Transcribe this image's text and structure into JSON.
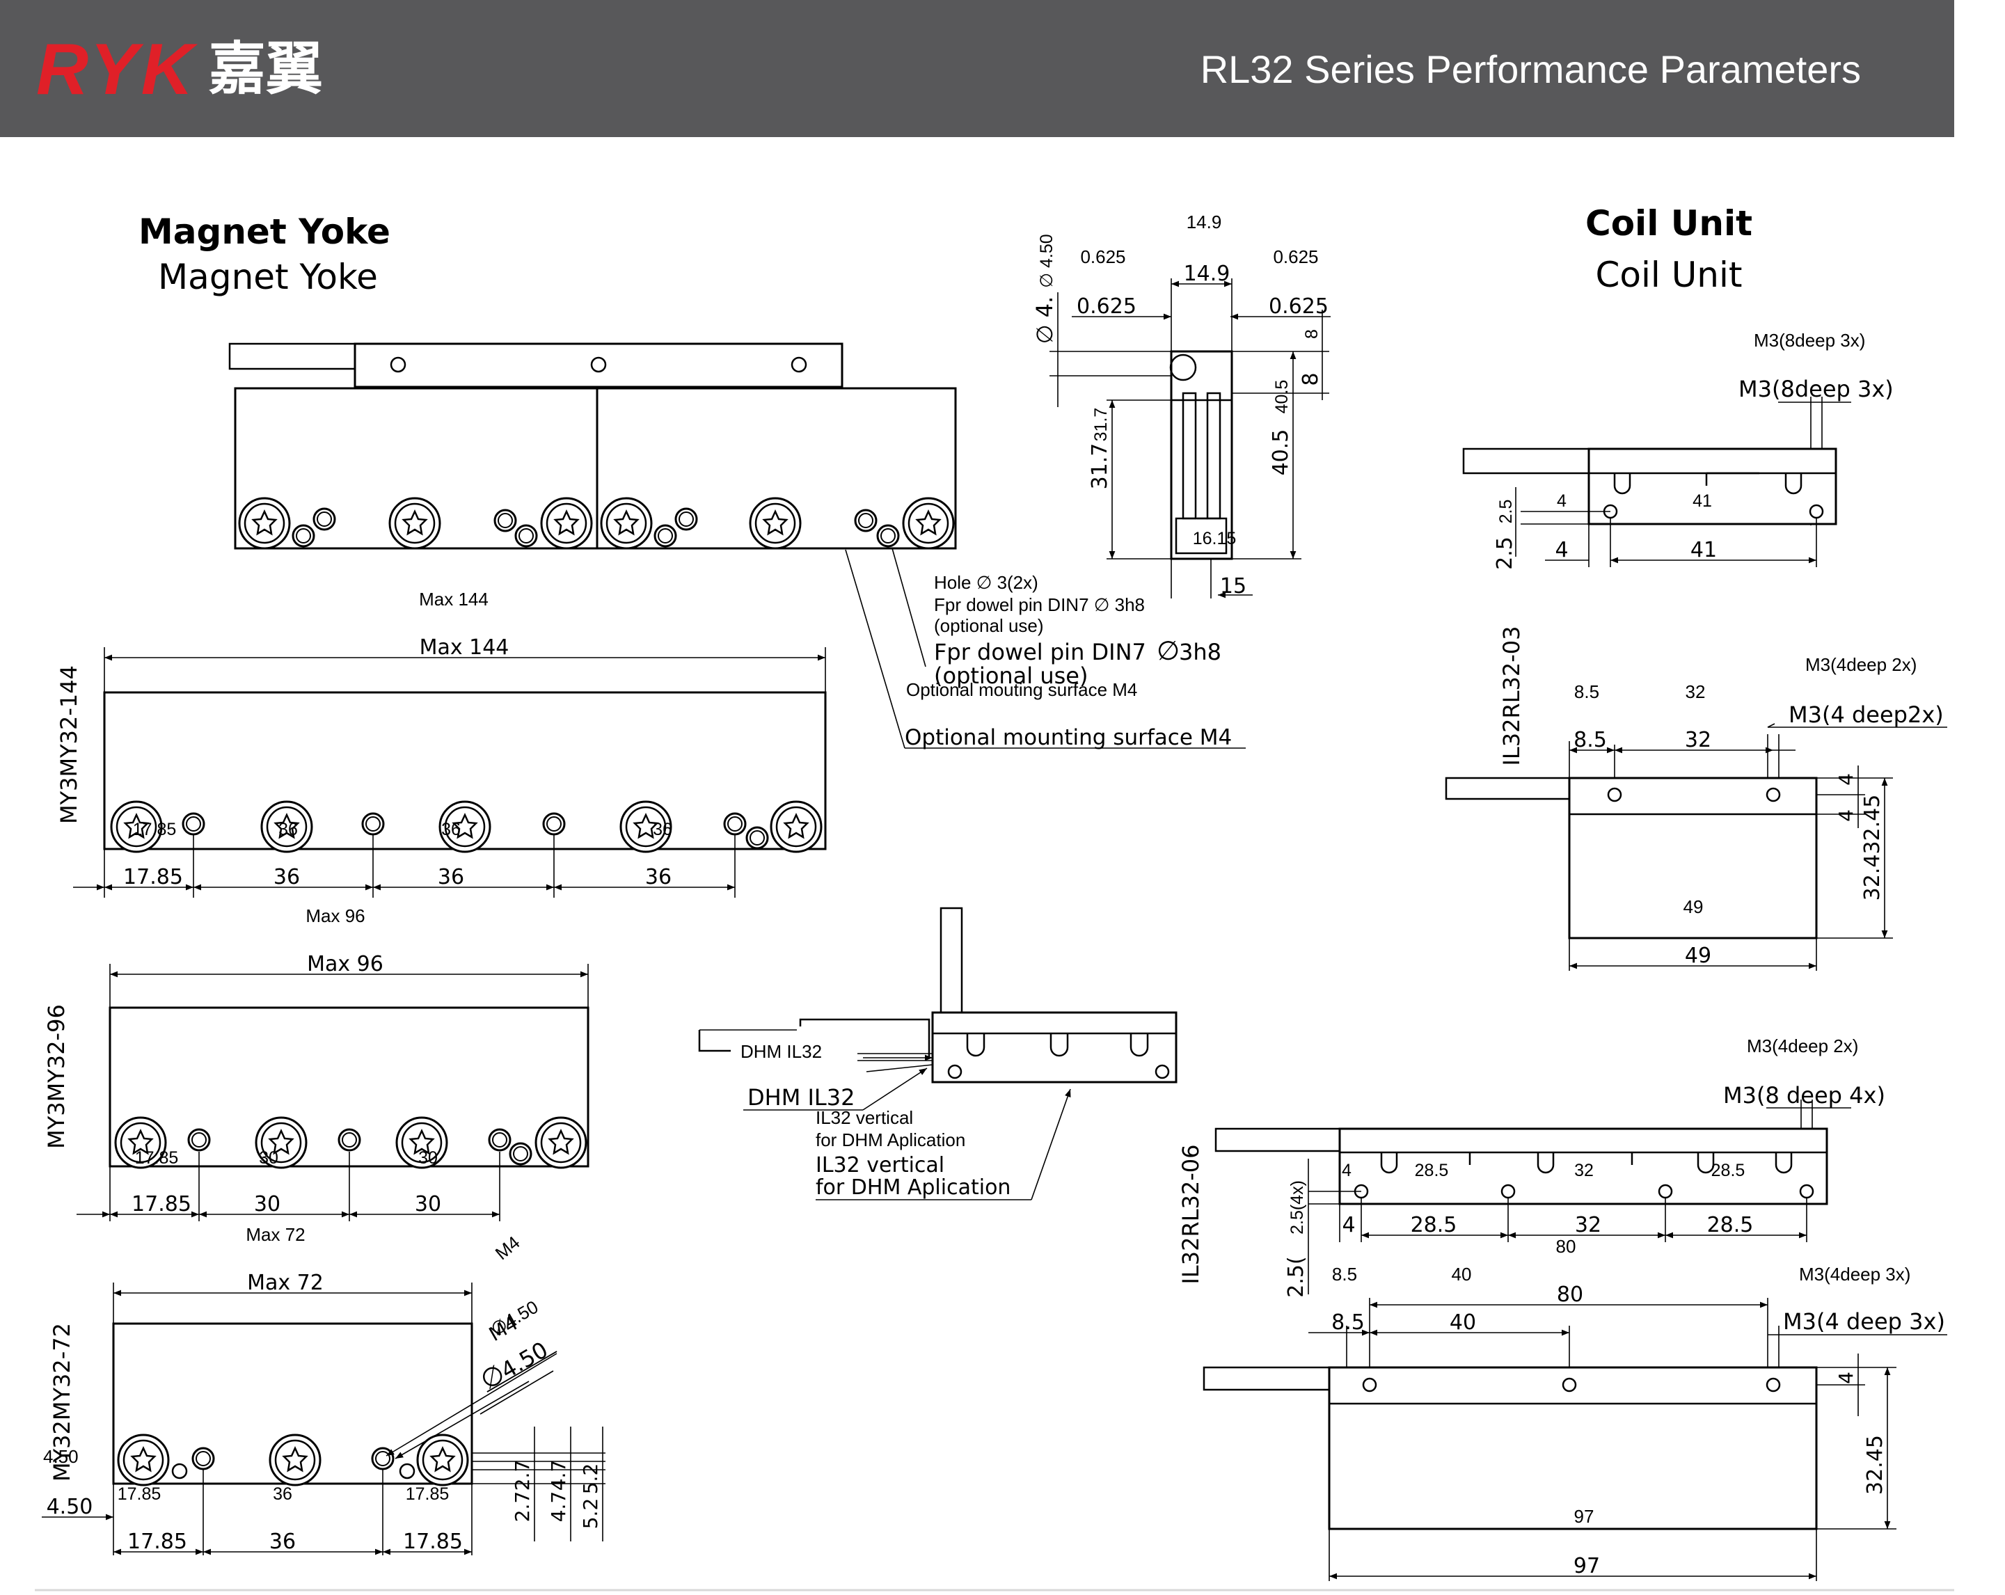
{
  "header": {
    "brand_latin": "RYK",
    "brand_cjk": "嘉翼",
    "title": "RL32 Series Performance Parameters",
    "brand_color": "#e02028",
    "bar_color": "#58585a"
  },
  "magnet_yoke": {
    "heading_1": "Magnet Yoke",
    "heading_2": "Magnet Yoke",
    "note_hole_1": "Hole ∅ 3(2x)",
    "note_dowel_1": "Fpr dowel pin DIN7 ∅ 3h8",
    "note_optional_1": "(optional use)",
    "note_dowel_2": "Fpr dowel pin DIN7",
    "note_dowel_2_sym": "∅",
    "note_dowel_2_size": "3h8",
    "note_optional_2": "(optional use)",
    "note_mount_1": "Optional mouting surface M4",
    "note_mount_2": "Optional mounting surface M4",
    "my144": {
      "label": "MY3MY32-144",
      "max_small": "Max 144",
      "max_large": "Max 144",
      "inner_pitch": [
        "17.85",
        "36",
        "36",
        "36"
      ],
      "dims": [
        "17.85",
        "36",
        "36",
        "36"
      ]
    },
    "my96": {
      "label": "MY3MY32-96",
      "max_small": "Max 96",
      "max_large": "Max 96",
      "inner_pitch": [
        "17.85",
        "30",
        "30"
      ],
      "dims": [
        "17.85",
        "30",
        "30"
      ]
    },
    "my72": {
      "label": "MY32MY32-72",
      "max_small": "Max 72",
      "max_large": "Max 72",
      "m4_small": "M4",
      "m4_large": "M4",
      "hole_small": "∅4.50",
      "hole_large_sym": "∅",
      "hole_large": "4.50",
      "left_small": "4.50",
      "left_large": "4.50",
      "inner_pitch": [
        "17.85",
        "36",
        "17.85"
      ],
      "dims": [
        "17.85",
        "36",
        "17.85"
      ],
      "right_dims": [
        "2.7",
        "2.7",
        "4.7",
        "4.7",
        "5.2",
        "5.2"
      ]
    }
  },
  "section_view": {
    "top_small": "14.9",
    "left_small": "0.625",
    "right_small": "0.625",
    "top_large": "14.9",
    "left_large": "0.625",
    "right_large": "0.625",
    "hole_small": "∅ 4.50",
    "hole_large": "∅ 4.",
    "right_8_small": "8",
    "right_8_large": "8",
    "h31_small": "31.7",
    "h31_large": "31.7",
    "h40_small": "40.5",
    "h40_large": "40.5",
    "inner": "16.15",
    "bottom": "15"
  },
  "dhm": {
    "label_small": "DHM IL32",
    "label_large": "DHM IL32",
    "note_small_1": "IL32 vertical",
    "note_small_2": "for DHM Aplication",
    "note_large_1": "IL32 vertical",
    "note_large_2": "for DHM Aplication"
  },
  "coil_unit": {
    "heading_1": "Coil Unit",
    "heading_2": "Coil Unit",
    "il03": {
      "label": "IL32RL32-03",
      "note_small": "M3(8deep 3x)",
      "note_large": "M3(8deep 3x)",
      "side_small": [
        "2.5",
        "4",
        "41"
      ],
      "side_large": [
        "2.5",
        "4",
        "41"
      ]
    },
    "top03": {
      "note_small": "M3(4deep 2x)",
      "note_large": "M3(4 deep2x)",
      "small": [
        "8.5",
        "32"
      ],
      "large": [
        "8.5",
        "32"
      ],
      "right": [
        "4",
        "4"
      ],
      "height": "32.432.45",
      "width_small": "49",
      "width_large": "49"
    },
    "il06": {
      "label": "IL32RL32-06",
      "note_small": "M3(4deep 2x)",
      "note_large": "M3(8 deep 4x)",
      "left_small": "2.5(4x)",
      "left_large": "2.5(",
      "inner": [
        "4",
        "28.5",
        "32",
        "28.5"
      ],
      "dims": [
        "4",
        "28.5",
        "32",
        "28.5"
      ],
      "total_small": "80"
    },
    "top06": {
      "small": [
        "8.5",
        "40"
      ],
      "note_small": "M3(4deep 3x)",
      "large_total": "80",
      "large": [
        "8.5",
        "40"
      ],
      "note_large": "M3(4 deep 3x)",
      "right": "4",
      "height": "32.45",
      "width_small": "97",
      "width_large": "97"
    }
  }
}
